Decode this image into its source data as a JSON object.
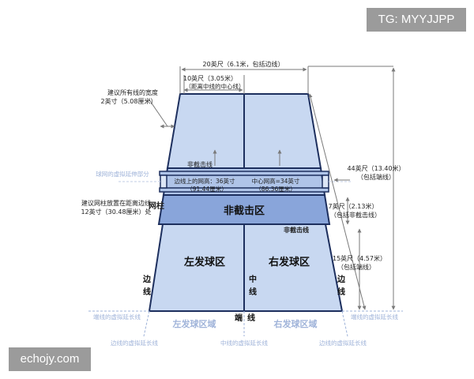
{
  "watermark_top": "TG: MYYJJPP",
  "watermark_bottom": "echojy.com",
  "dimensions": {
    "width_total": "20英尺（6.1米，包括边线）",
    "half_width_1": "10英尺（3.05米）",
    "half_width_2": "（距离中线的中心线）",
    "line_width_1": "建议所有线的宽度",
    "line_width_2": "2英寸（5.08厘米）",
    "length_total_1": "44英尺（13.40米）",
    "length_total_2": "（包括端线）",
    "kitchen_depth_1": "7英尺（2.13米）",
    "kitchen_depth_2": "（包括非截击线）",
    "service_depth_1": "15英尺（4.57米）",
    "service_depth_2": "（包括端线）"
  },
  "net": {
    "sideline_height_1": "边线上的网高：36英寸",
    "sideline_height_2": "（91.44厘米）",
    "center_height_1": "中心网高=34英寸",
    "center_height_2": "（86.36厘米）",
    "virtual_part": "球网的虚拟延伸部分",
    "post_label": "网柱",
    "post_place_1": "建议网柱放置在距离边线",
    "post_place_2": "12英寸（30.48厘米）处"
  },
  "court": {
    "nvz_line_top": "非截击线",
    "nvz_zone": "非截击区",
    "nvz_line_bottom": "非截击线",
    "left_service": "左发球区",
    "right_service": "右发球区",
    "sideline_left_1": "边",
    "sideline_left_2": "线",
    "sideline_right_1": "边",
    "sideline_right_2": "线",
    "centerline_1": "中",
    "centerline_2": "线",
    "baseline_1": "端",
    "baseline_2": "线",
    "left_area": "左发球区域",
    "right_area": "右发球区域"
  },
  "extensions": {
    "baseline_ext_left": "端线的虚拟延长线",
    "baseline_ext_right": "端线的虚拟延长线",
    "sideline_ext_left": "边线的虚拟延长线",
    "centerline_ext": "中线的虚拟延长线",
    "sideline_ext_right": "边线的虚拟延长线"
  },
  "colors": {
    "court_light": "#c8d8f1",
    "court_mid": "#afc4e8",
    "nvz_fill": "#89a5da",
    "court_line": "#1d2f5e",
    "dim_line": "#7a7a7a",
    "label_text": "#222222",
    "faint_text": "#9fb3d9",
    "watermark_bg": "#9b9b9b"
  }
}
